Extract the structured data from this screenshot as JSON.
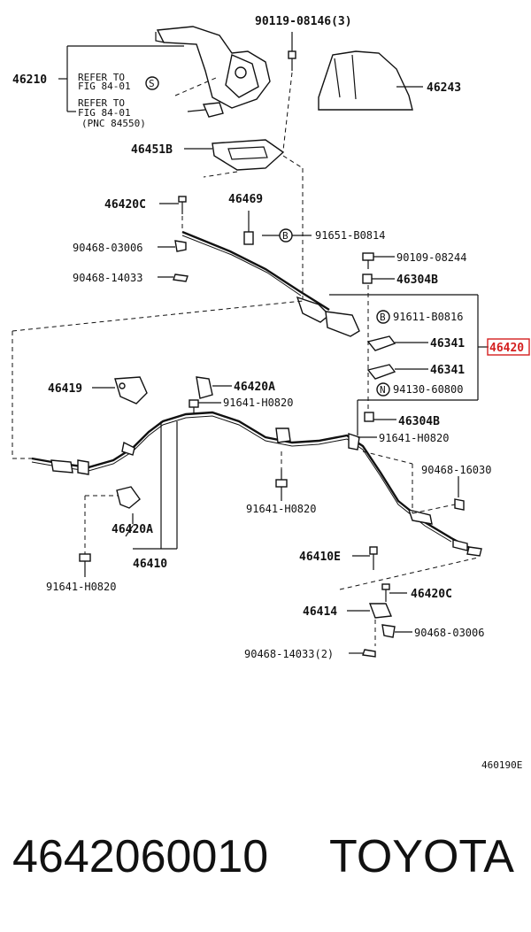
{
  "labels": {
    "p46210": "46210",
    "refer1": "REFER TO",
    "fig1": "FIG 84-01",
    "refer2": "REFER TO",
    "fig2": "FIG 84-01",
    "pnc": "(PNC 84550)",
    "p90119": "90119-08146(3)",
    "p46243": "46243",
    "p46451B": "46451B",
    "p46420C_top": "46420C",
    "p46469": "46469",
    "p90468_03006_top": "90468-03006",
    "p91651": "91651-B0814",
    "p90468_14033_top": "90468-14033",
    "p90109": "90109-08244",
    "p46304B_top": "46304B",
    "p91611": "91611-B0816",
    "p46341_a": "46341",
    "p46420_hl": "46420",
    "p46341_b": "46341",
    "p94130": "94130-60800",
    "p46304B_bot": "46304B",
    "p46419": "46419",
    "p46420A_top": "46420A",
    "p91641_a": "91641-H0820",
    "p91641_b": "91641-H0820",
    "p90468_16030": "90468-16030",
    "p91641_c": "91641-H0820",
    "p46420A_bot": "46420A",
    "p46410": "46410",
    "p46410E": "46410E",
    "p46420C_bot": "46420C",
    "p91641_d": "91641-H0820",
    "p46414": "46414",
    "p90468_03006_bot": "90468-03006",
    "p90468_14033_bot": "90468-14033(2)",
    "figure_code": "460190E",
    "sym_s": "S",
    "sym_b1": "B",
    "sym_b2": "B",
    "sym_n": "N"
  },
  "footer": {
    "part_number": "4642060010",
    "brand": "TOYOTA"
  },
  "highlight_color": "#d42020"
}
